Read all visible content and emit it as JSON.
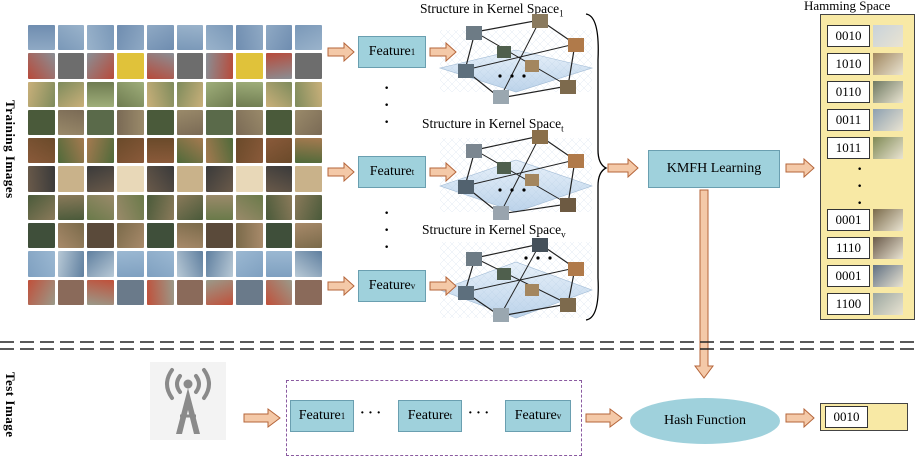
{
  "labels": {
    "training": "Training Images",
    "test": "Test Image",
    "hamming_title": "Hamming Space",
    "kmfh": "KMFH Learning",
    "hash": "Hash Function"
  },
  "features": {
    "f1": {
      "base": "Feature",
      "sub": "1"
    },
    "ft": {
      "base": "Feature",
      "sub": "t"
    },
    "fv": {
      "base": "Feature",
      "sub": "v"
    }
  },
  "kernel_titles": {
    "k1": {
      "base": "Structure in Kernel Space",
      "sub": "1"
    },
    "kt": {
      "base": "Structure in Kernel Space",
      "sub": "t"
    },
    "kv": {
      "base": "Structure in Kernel Space",
      "sub": "v"
    }
  },
  "hash_codes": [
    "0010",
    "1010",
    "0110",
    "0011",
    "1011",
    "0001",
    "1110",
    "0001",
    "1100"
  ],
  "output_code": "0010",
  "ellipsis": "· · ·",
  "colors": {
    "feature_fill": "#9fd1dc",
    "hamming_fill": "#f8e9a5",
    "arrow_fill": "#f4c9a8",
    "arrow_stroke": "#b5653a",
    "dashed_border": "#8a5aa0"
  },
  "icons": [
    "broadcast-tower-icon"
  ]
}
